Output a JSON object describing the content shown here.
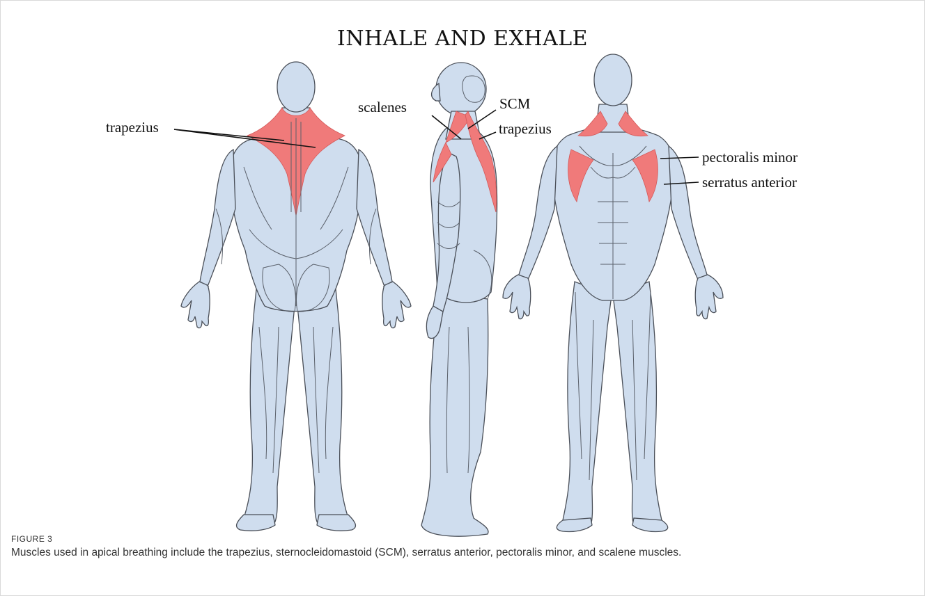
{
  "figure": {
    "title": "INHALE AND EXHALE",
    "labels": {
      "trapezius_back": "trapezius",
      "scalenes": "scalenes",
      "scm": "SCM",
      "trapezius_side": "trapezius",
      "pectoralis_minor": "pectoralis minor",
      "serratus_anterior": "serratus anterior"
    },
    "colors": {
      "body_fill": "#cfddee",
      "muscle_highlight": "#f07a7a",
      "outline": "#4a4f58"
    }
  },
  "caption": {
    "label": "FIGURE 3",
    "text": "Muscles used in apical breathing include the trapezius, sternocleidomastoid (SCM), serratus anterior, pectoralis minor, and scalene muscles."
  }
}
